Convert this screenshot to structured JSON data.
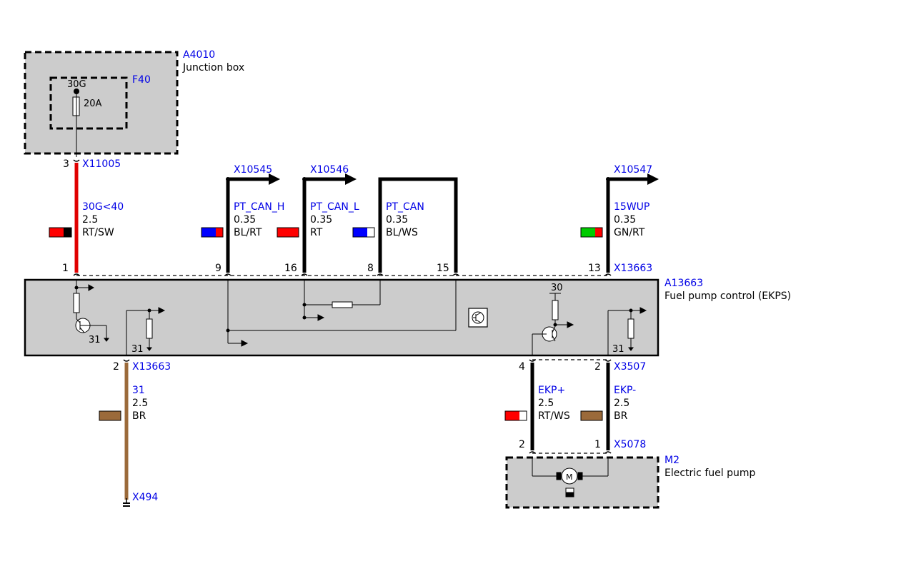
{
  "components": {
    "junction_box": {
      "id": "A4010",
      "desc": "Junction box"
    },
    "fuse": {
      "id": "F40",
      "terminal": "30G",
      "rating": "20A"
    },
    "ekps": {
      "id": "A13663",
      "desc": "Fuel pump control (EKPS)"
    },
    "pump": {
      "id": "M2",
      "desc": "Electric fuel pump",
      "symbol": "M"
    }
  },
  "connectors": {
    "x11005": "X11005",
    "x10545": "X10545",
    "x10546": "X10546",
    "x10547": "X10547",
    "x13663_top": "X13663",
    "x13663_bottom": "X13663",
    "x3507": "X3507",
    "x5078": "X5078",
    "x494": "X494"
  },
  "pins": {
    "jb_3": "3",
    "top_1": "1",
    "top_9": "9",
    "top_16": "16",
    "top_8": "8",
    "top_15": "15",
    "top_13": "13",
    "bot_2": "2",
    "bot_4": "4",
    "bot_2b": "2",
    "pump_2": "2",
    "pump_1": "1"
  },
  "internal_labels": {
    "gnd_a": "31",
    "gnd_b": "31",
    "gnd_c": "31",
    "supply_30": "30"
  },
  "wires": {
    "w30g": {
      "signal": "30G<40",
      "size": "2.5",
      "color": "RT/SW",
      "swatch": [
        "#ff0000",
        "#000000"
      ]
    },
    "can_h": {
      "signal": "PT_CAN_H",
      "size": "0.35",
      "color": "BL/RT",
      "swatch": [
        "#0000ff",
        "#ff0000"
      ]
    },
    "can_l": {
      "signal": "PT_CAN_L",
      "size": "0.35",
      "color": "RT",
      "swatch": [
        "#ff0000",
        "#ff0000"
      ]
    },
    "pt_can": {
      "signal": "PT_CAN",
      "size": "0.35",
      "color": "BL/WS",
      "swatch": [
        "#0000ff",
        "#ffffff"
      ]
    },
    "w15wup": {
      "signal": "15WUP",
      "size": "0.35",
      "color": "GN/RT",
      "swatch": [
        "#00cc00",
        "#ff0000"
      ]
    },
    "gnd31": {
      "signal": "31",
      "size": "2.5",
      "color": "BR",
      "swatch": [
        "#9b6a3a",
        "#9b6a3a"
      ]
    },
    "ekp_plus": {
      "signal": "EKP+",
      "size": "2.5",
      "color": "RT/WS",
      "swatch": [
        "#ff0000",
        "#ffffff"
      ]
    },
    "ekp_minus": {
      "signal": "EKP-",
      "size": "2.5",
      "color": "BR",
      "swatch": [
        "#9b6a3a",
        "#9b6a3a"
      ]
    }
  }
}
